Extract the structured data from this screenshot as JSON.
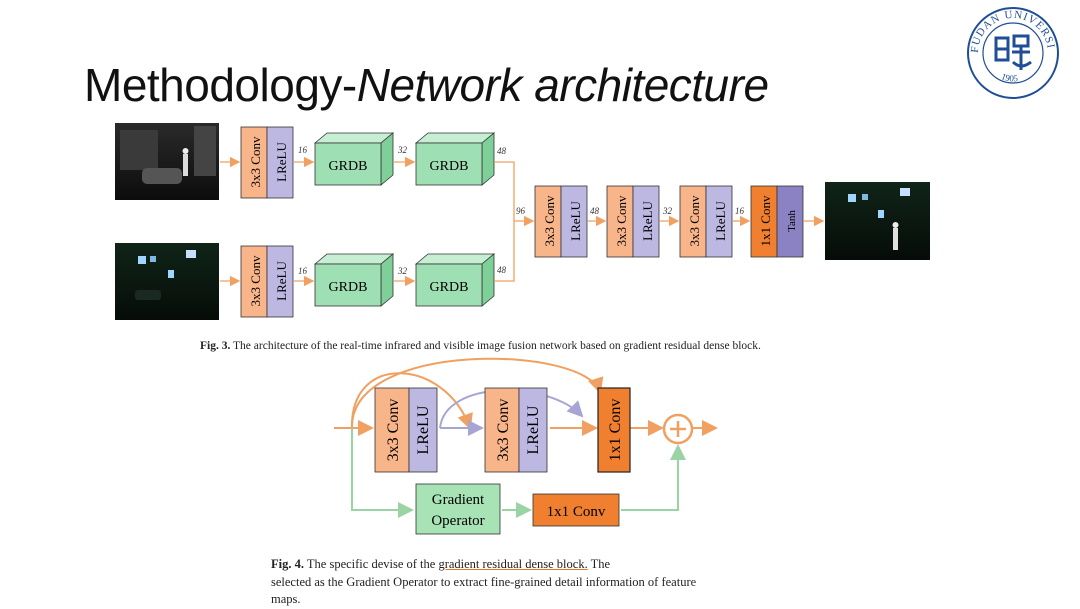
{
  "slide": {
    "title_main": "Methodology-",
    "title_em": "Network architecture",
    "logo_text": "FUDAN UNIVERSITY",
    "logo_year": "1905"
  },
  "fig3": {
    "conv3": "3x3 Conv",
    "lrelu": "LReLU",
    "grdb": "GRDB",
    "conv1": "1x1 Conv",
    "tanh": "Tanh",
    "ch16": "16",
    "ch32": "32",
    "ch48": "48",
    "ch96": "96",
    "caption_label": "Fig. 3.",
    "caption_text": "The architecture of the real-time infrared and visible image fusion network based on gradient residual dense block."
  },
  "fig4": {
    "conv3": "3x3 Conv",
    "lrelu": "LReLU",
    "conv1": "1x1 Conv",
    "grad_line1": "Gradient",
    "grad_line2": "Operator",
    "caption_label": "Fig. 4.",
    "caption_pre": "The specific devise of the",
    "caption_link": "gradient residual dense block.",
    "caption_post": "The",
    "caption_line2": "selected as the Gradient Operator to extract fine-grained detail information of feature",
    "caption_line3": "maps."
  },
  "colors": {
    "conv_orange": "#f8b58a",
    "conv_dark_orange": "#f08030",
    "lrelu_purple": "#bdb8e2",
    "tanh_purple": "#8a82c2",
    "grdb_green": "#9fdfb4",
    "grad_green": "#a7e3b4",
    "arrow_orange": "#f0a060",
    "arrow_purple": "#a8a4d4",
    "arrow_green": "#9ad4a4"
  }
}
